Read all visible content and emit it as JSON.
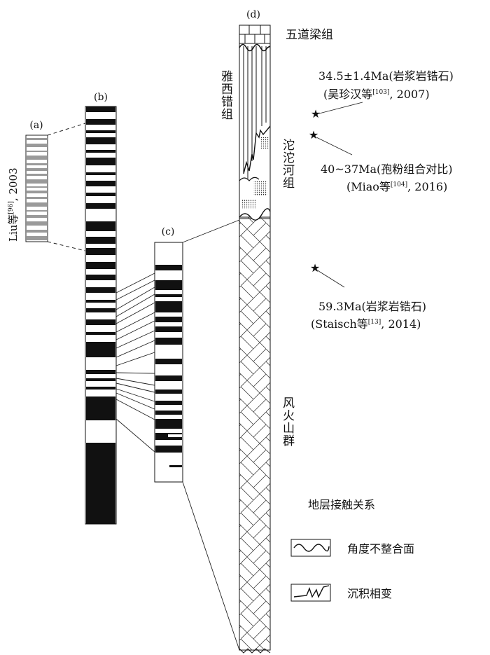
{
  "column_labels": {
    "a": "(a)",
    "b": "(b)",
    "c": "(c)",
    "d": "(d)"
  },
  "liu_ref": {
    "author": "Liu等",
    "sup": "[96]",
    "year": ", 2003"
  },
  "formations": {
    "wudaoliang": "五道梁组",
    "yaxicuo": "雅西错组",
    "tuotuohe": "沱沱河组",
    "fenghuoshan": "风火山群"
  },
  "annotations": [
    {
      "line1": "34.5±1.4Ma(岩浆岩锆石)",
      "line2_pre": "(吴珍汉等",
      "line2_sup": "[103]",
      "line2_post": ", 2007)"
    },
    {
      "line1": "40~37Ma(孢粉组合对比)",
      "line2_pre": "(Miao等",
      "line2_sup": "[104]",
      "line2_post": ", 2016)"
    },
    {
      "line1": "59.3Ma(岩浆岩锆石)",
      "line2_pre": "(Staisch等",
      "line2_sup": "[13]",
      "line2_post": ", 2014)"
    }
  ],
  "legend": {
    "title": "地层接触关系",
    "items": [
      {
        "label": "角度不整合面",
        "symbol": "wavy-line-icon"
      },
      {
        "label": "沉积相变",
        "symbol": "zigzag-line-icon"
      }
    ]
  },
  "colors": {
    "ink": "#111111",
    "gray_band": "#9a9a9a",
    "paper": "#ffffff"
  }
}
